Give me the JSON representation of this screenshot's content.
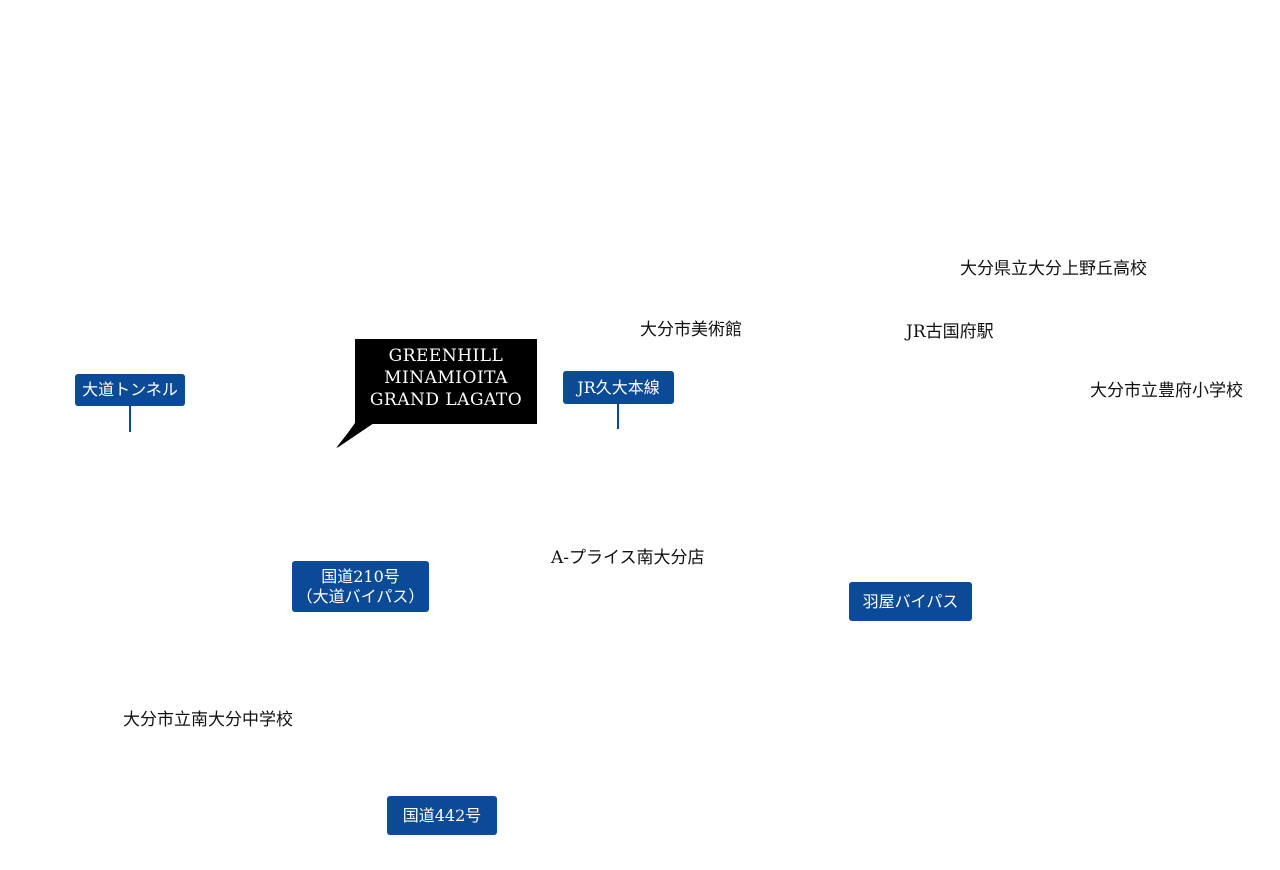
{
  "landmarks": {
    "ueno_high": "大分県立大分上野丘高校",
    "art_museum": "大分市美術館",
    "kokufu_station": "JR古国府駅",
    "toyofu_elementary": "大分市立豊府小学校",
    "aprice": "A-プライス南大分店",
    "minamioita_junior_high": "大分市立南大分中学校"
  },
  "roads": {
    "daido_tunnel": "大道トンネル",
    "jr_kyudai_line": "JR久大本線",
    "route210_line1": "国道210号",
    "route210_line2": "（大道バイパス）",
    "haya_bypass": "羽屋バイパス",
    "route442": "国道442号"
  },
  "property": {
    "line1": "GREENHILL",
    "line2": "MINAMIOITA",
    "line3": "GRAND LAGATO"
  },
  "colors": {
    "road_label": "#0a4a97",
    "property_label": "#000000",
    "text": "#111111",
    "background": "#ffffff"
  }
}
